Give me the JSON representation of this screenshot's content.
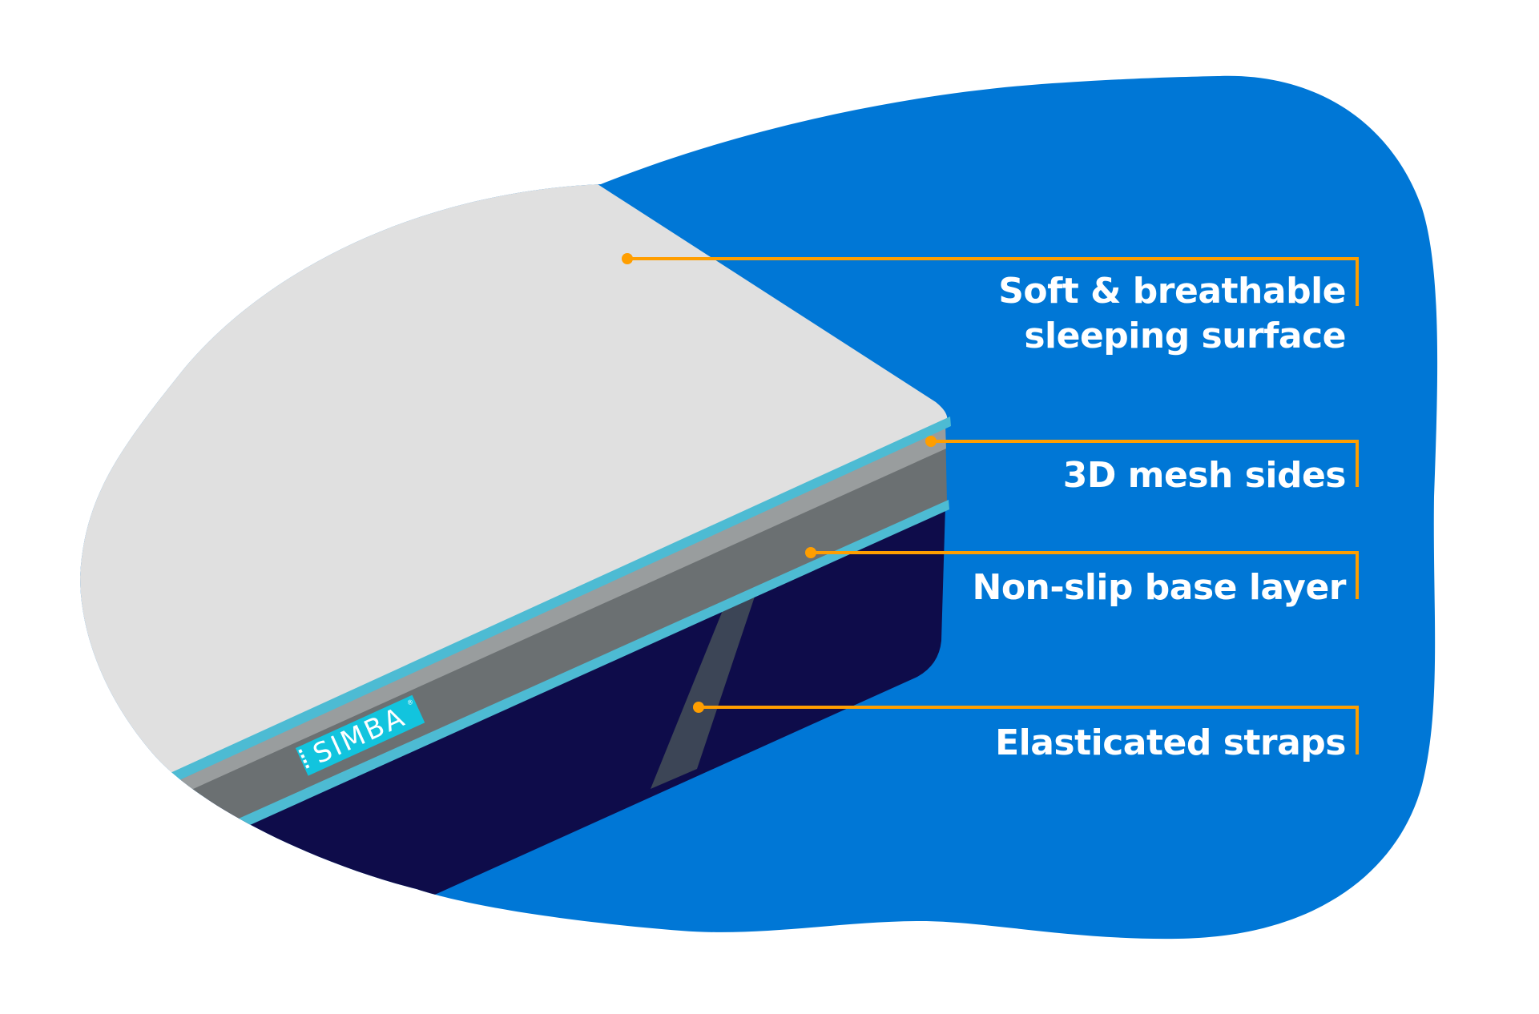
{
  "diagram": {
    "subject": "Simba mattress topper cross-section",
    "brand_label": "SIMBA",
    "brand_mark": "®",
    "colors": {
      "background": "#ffffff",
      "blob_blue": "#0077D6",
      "top_surface": "#E0E0E0",
      "mesh_side": "#6B7072",
      "piping_cyan": "#4DBBD3",
      "base_layer": "#0E0C4A",
      "strap": "#3C4556",
      "leader_line": "#FF9E00",
      "label_text": "#ffffff",
      "logo_bg": "#12C4DE"
    },
    "callouts": [
      {
        "id": "surface",
        "line1": "Soft & breathable",
        "line2": "sleeping surface"
      },
      {
        "id": "mesh",
        "line1": "3D mesh sides"
      },
      {
        "id": "base",
        "line1": "Non-slip base layer"
      },
      {
        "id": "straps",
        "line1": "Elasticated straps"
      }
    ]
  }
}
